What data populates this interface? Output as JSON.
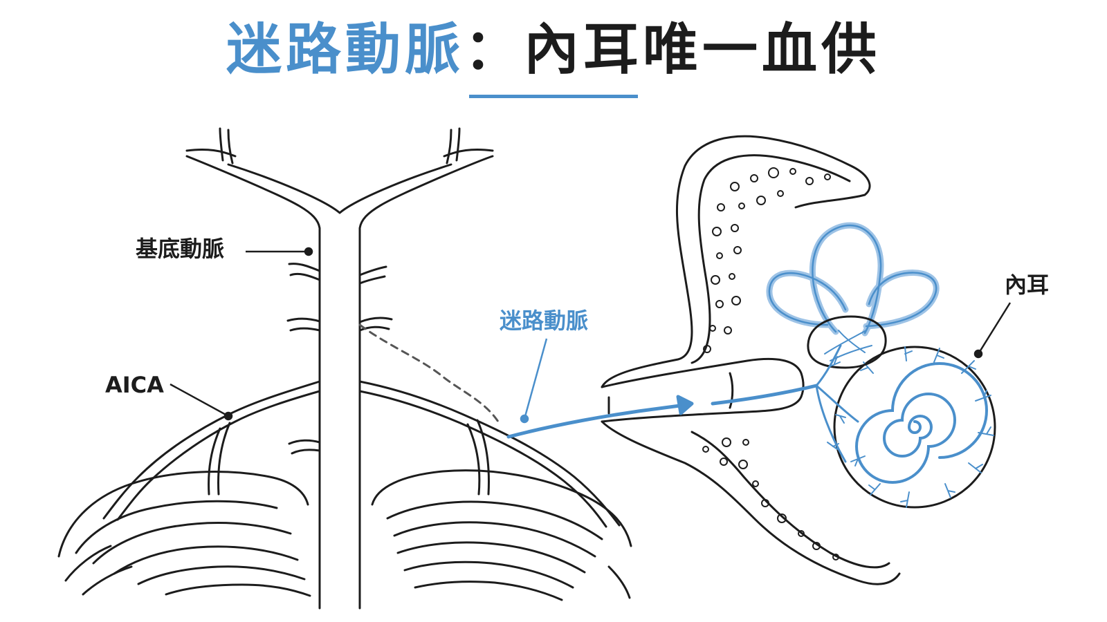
{
  "title": {
    "highlight": "迷路動脈",
    "separator": "：",
    "rest": "內耳唯一血供"
  },
  "labels": {
    "basilar_artery": "基底動脈",
    "aica": "AICA",
    "labyrinthine_artery": "迷路動脈",
    "inner_ear": "內耳"
  },
  "colors": {
    "accent_blue": "#4a8fcb",
    "light_blue": "#9ec3e6",
    "line_dark": "#1c1c1c",
    "background": "#ffffff"
  }
}
